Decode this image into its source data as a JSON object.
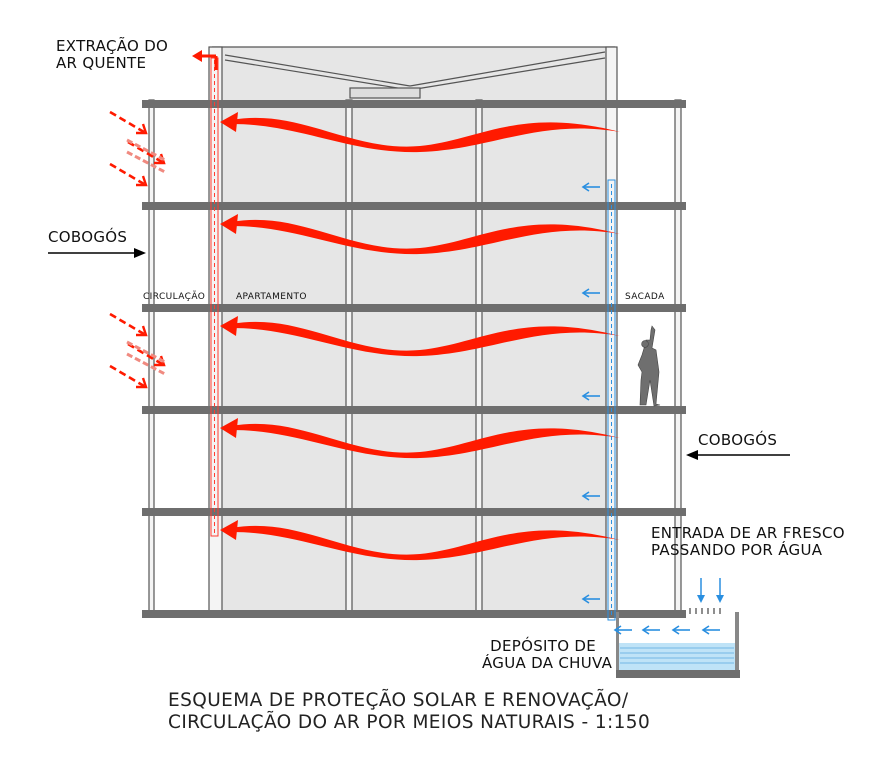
{
  "labels": {
    "extracao_line1": "EXTRAÇÃO DO",
    "extracao_line2": "AR QUENTE",
    "cobogos_left": "COBOGÓS",
    "cobogos_right": "COBOGÓS",
    "circulacao": "CIRCULAÇÃO",
    "apartamento": "APARTAMENTO",
    "sacada": "SACADA",
    "entrada_line1": "ENTRADA DE AR FRESCO",
    "entrada_line2": "PASSANDO POR ÁGUA",
    "deposito_line1": "DEPÓSITO DE",
    "deposito_line2": "ÁGUA DA CHUVA"
  },
  "title": {
    "line1": "ESQUEMA DE PROTEÇÃO SOLAR E RENOVAÇÃO/",
    "line2": "CIRCULAÇÃO  DO AR POR MEIOS NATURAIS - 1:150"
  },
  "colors": {
    "hot_air": "#ff1a00",
    "fresh_air": "#2a8fe0",
    "slab": "#6e6e6e",
    "interior": "#e6e6e6",
    "water": "#bfe3f7"
  }
}
